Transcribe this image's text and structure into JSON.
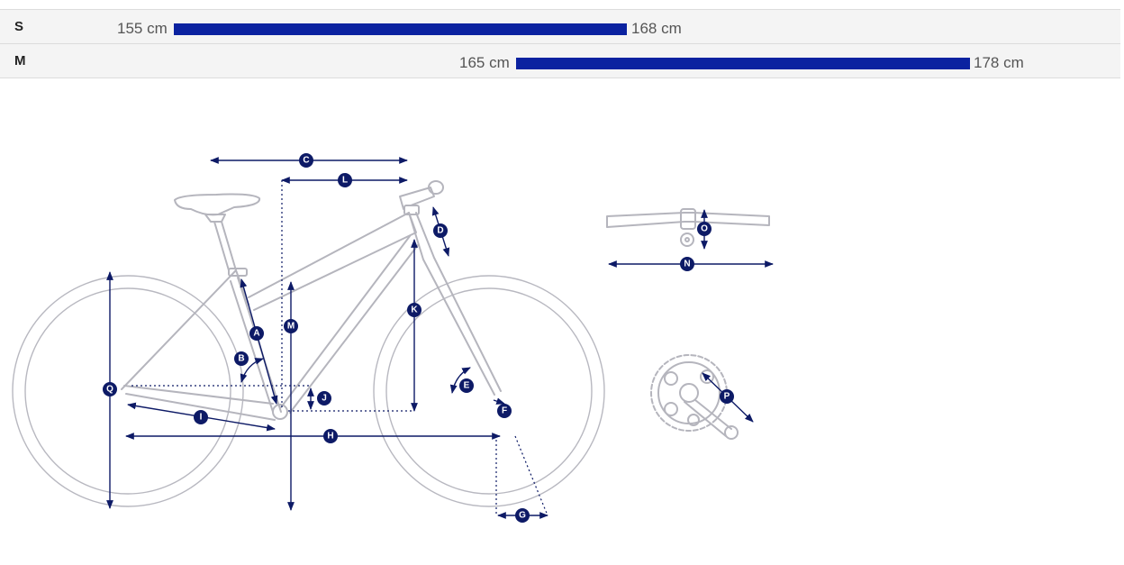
{
  "size_chart": {
    "rows": [
      {
        "size": "S",
        "min": "155 cm",
        "max": "168 cm"
      },
      {
        "size": "M",
        "min": "165 cm",
        "max": "178 cm"
      }
    ]
  },
  "colors": {
    "bar": "#0b22a0",
    "dimension": "#0d1a66",
    "frame": "#b5b5bd"
  },
  "geometry_labels": [
    "A",
    "B",
    "C",
    "D",
    "E",
    "F",
    "G",
    "H",
    "I",
    "J",
    "K",
    "L",
    "M",
    "N",
    "O",
    "P",
    "Q"
  ]
}
